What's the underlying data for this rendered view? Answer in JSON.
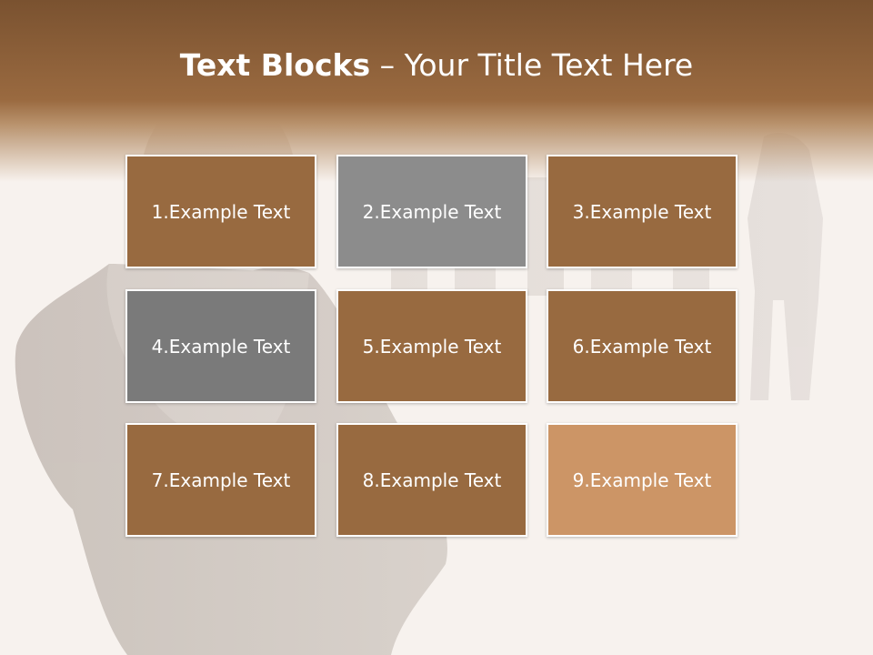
{
  "slide": {
    "title_bold": "Text Blocks",
    "title_dash": "–",
    "title_rest": "Your Title Text Here"
  },
  "colors": {
    "brown": "#986a40",
    "gray_light": "#8c8c8c",
    "gray_dark": "#7a7a7a",
    "tan": "#cc9566"
  },
  "blocks": [
    {
      "label": "1.Example Text",
      "color": "#986a40"
    },
    {
      "label": "2.Example Text",
      "color": "#8c8c8c"
    },
    {
      "label": "3.Example Text",
      "color": "#986a40"
    },
    {
      "label": "4.Example Text",
      "color": "#7a7a7a"
    },
    {
      "label": "5.Example Text",
      "color": "#986a40"
    },
    {
      "label": "6.Example Text",
      "color": "#986a40"
    },
    {
      "label": "7.Example Text",
      "color": "#986a40"
    },
    {
      "label": "8.Example Text",
      "color": "#986a40"
    },
    {
      "label": "9.Example Text",
      "color": "#cc9566"
    }
  ]
}
